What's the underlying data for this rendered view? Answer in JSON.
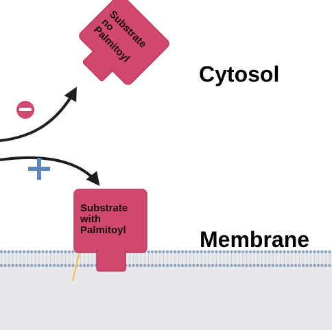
{
  "labels": {
    "cytosol": "Cytosol",
    "membrane": "Membrane"
  },
  "proteins": {
    "free": {
      "lines": [
        "Substrate",
        "no",
        "Palmitoyl"
      ]
    },
    "bound": {
      "lines": [
        "Substrate",
        "with",
        "Palmitoyl"
      ]
    }
  },
  "signs": {
    "minus": "−",
    "plus": "+"
  },
  "colors": {
    "protein": "#d1486f",
    "protein_stroke": "#b83a5c",
    "minus_circle": "#d1486f",
    "plus_sign": "#5b86be",
    "membrane_bg": "#e8e8ea",
    "lipid_head": "#8fa6c0",
    "palmitoyl_chain": "#f2c13a",
    "arrow": "#1e1e1e"
  }
}
